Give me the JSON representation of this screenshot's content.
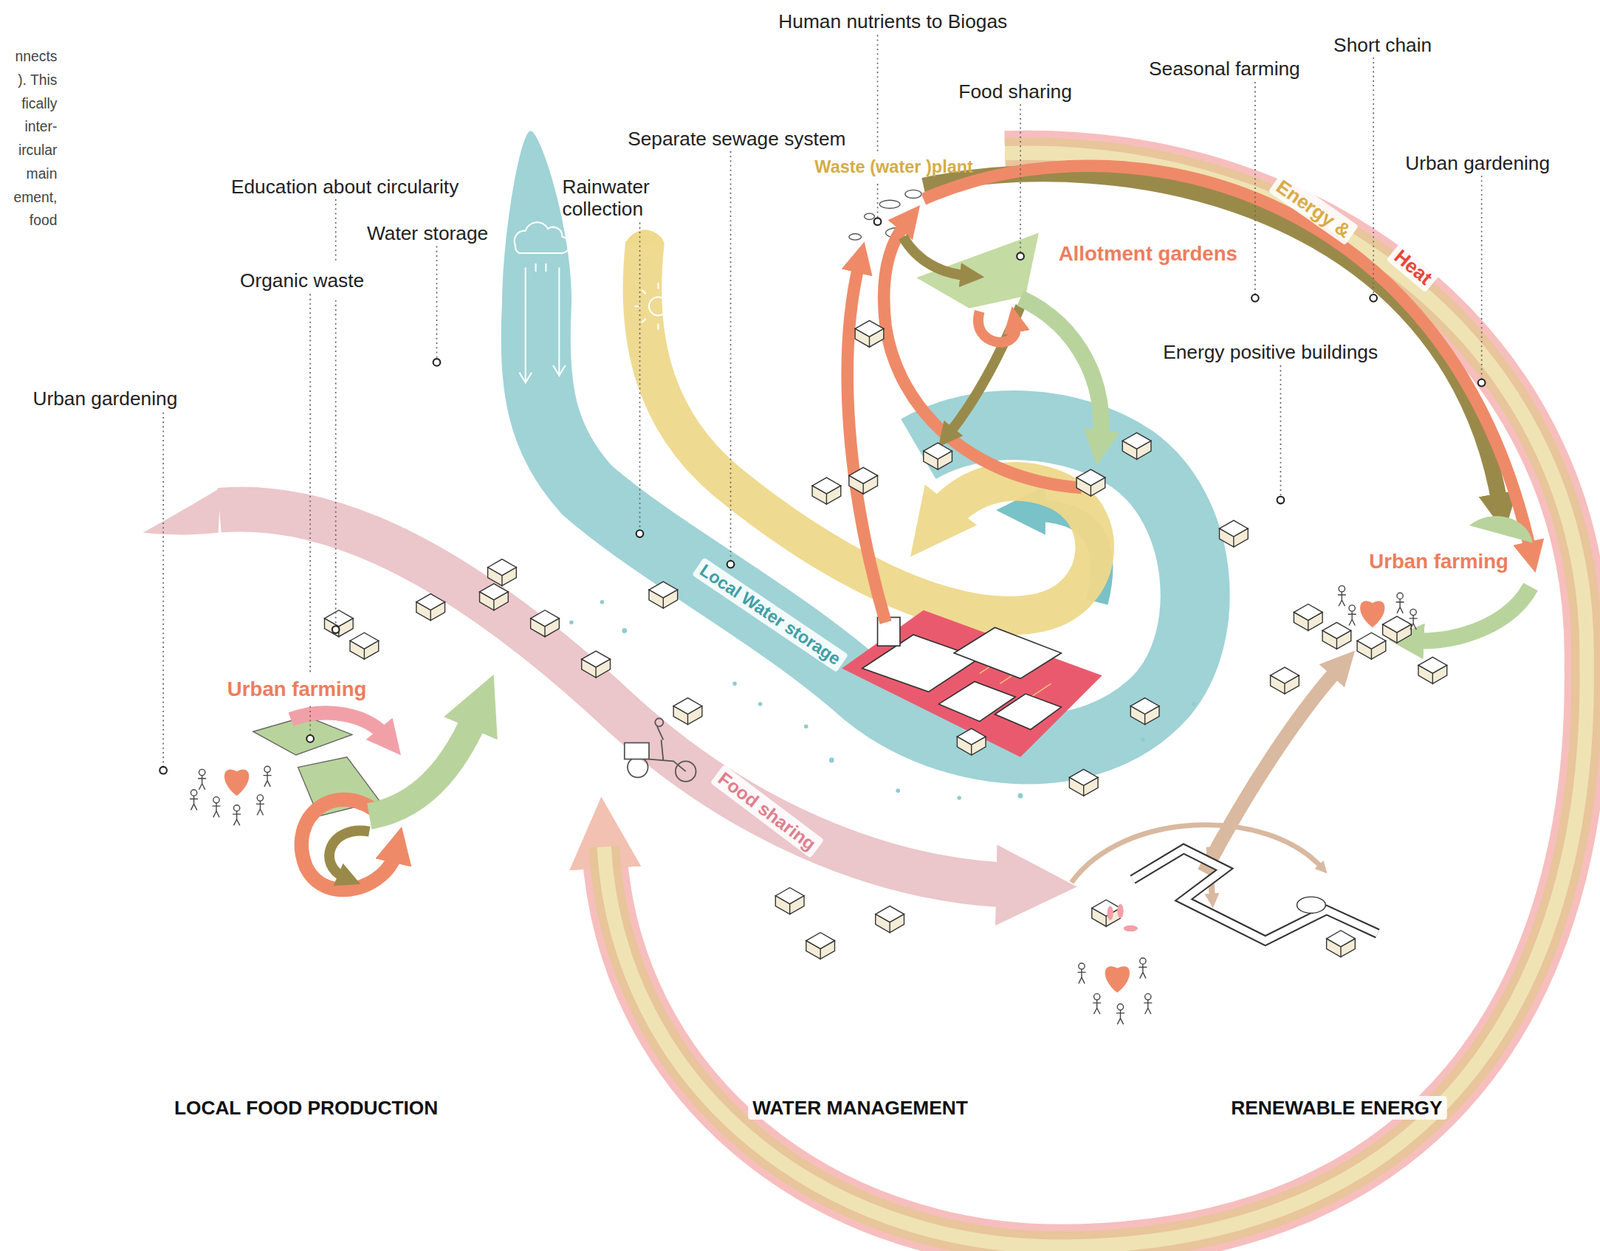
{
  "diagram": {
    "labels": [
      "nnects ). This fically inter- ircular main ement, food",
      "Human nutrients to Biogas",
      "Short chain",
      "Seasonal farming",
      "Food sharing",
      "Separate sewage system",
      "Urban gardening",
      "Waste (water )plant",
      "Education about circularity",
      "Rainwater collection",
      "Water storage",
      "Energy &",
      "Heat",
      "Allotment gardens",
      "Organic waste",
      "Energy positive buildings",
      "Urban gardening",
      "Local Water storage",
      "Urban farming",
      "Urban farming",
      "Food sharing",
      "LOCAL FOOD PRODUCTION",
      "WATER MANAGEMENT",
      "RENEWABLE ENERGY"
    ]
  }
}
